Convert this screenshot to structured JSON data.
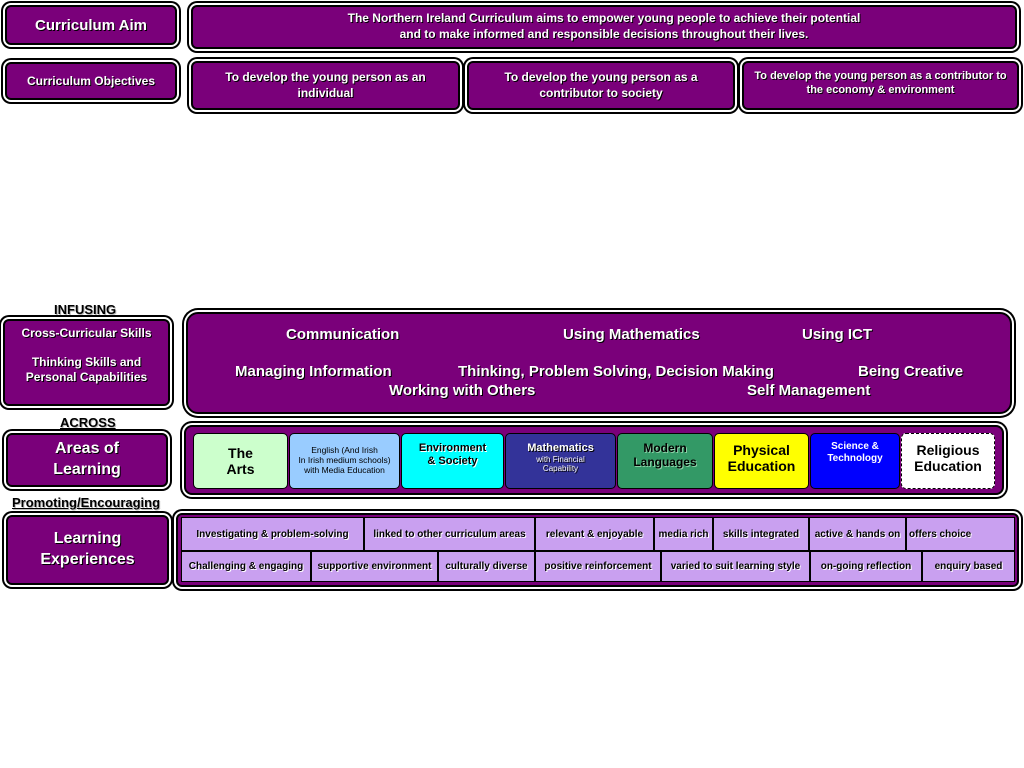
{
  "aim": {
    "label": "Curriculum Aim",
    "statement_line1": "The Northern Ireland Curriculum aims to empower young people to achieve their potential",
    "statement_line2": "and to make informed and responsible decisions throughout their lives."
  },
  "objectives": {
    "label": "Curriculum Objectives",
    "items": [
      "To develop the young person as an individual",
      "To develop the young person as a contributor to society",
      "To develop the young person as a contributor to the economy & environment"
    ]
  },
  "infusing": {
    "heading": "INFUSING",
    "label_line1": "Cross-Curricular Skills",
    "label_line2": "Thinking Skills and Personal Capabilities",
    "skills": {
      "communication": "Communication",
      "using_mathematics": "Using Mathematics",
      "using_ict": "Using ICT",
      "managing_information": "Managing Information",
      "thinking": "Thinking, Problem Solving, Decision Making",
      "being_creative": "Being Creative",
      "working_with_others": "Working with Others",
      "self_management": "Self Management"
    }
  },
  "across": {
    "heading": "ACROSS",
    "label": "Areas of Learning",
    "areas": [
      {
        "line1": "The",
        "line2": "Arts",
        "color": "#ccffcc"
      },
      {
        "line1": "English (And Irish",
        "line2": "In Irish medium schools) with Media Education",
        "color": "#99ccff"
      },
      {
        "line1": "Environment",
        "line2": "& Society",
        "color": "#00ffff"
      },
      {
        "line1": "Mathematics",
        "line2": "with Financial Capability",
        "color": "#333399"
      },
      {
        "line1": "Modern",
        "line2": "Languages",
        "color": "#339966"
      },
      {
        "line1": "Physical",
        "line2": "Education",
        "color": "#ffff00"
      },
      {
        "line1": "Science &",
        "line2": "Technology",
        "color": "#0000ff"
      },
      {
        "line1": "Religious",
        "line2": "Education",
        "color": "#ffffff"
      }
    ]
  },
  "promoting": {
    "heading": "Promoting/Encouraging",
    "label": "Learning Experiences",
    "row1": [
      "Investigating & problem-solving",
      "linked to other curriculum areas",
      "relevant & enjoyable",
      "media rich",
      "skills integrated",
      "active & hands on",
      "offers choice"
    ],
    "row2": [
      "Challenging & engaging",
      "supportive environment",
      "culturally diverse",
      "positive reinforcement",
      "varied to suit learning style",
      "on-going reflection",
      "enquiry based"
    ]
  }
}
